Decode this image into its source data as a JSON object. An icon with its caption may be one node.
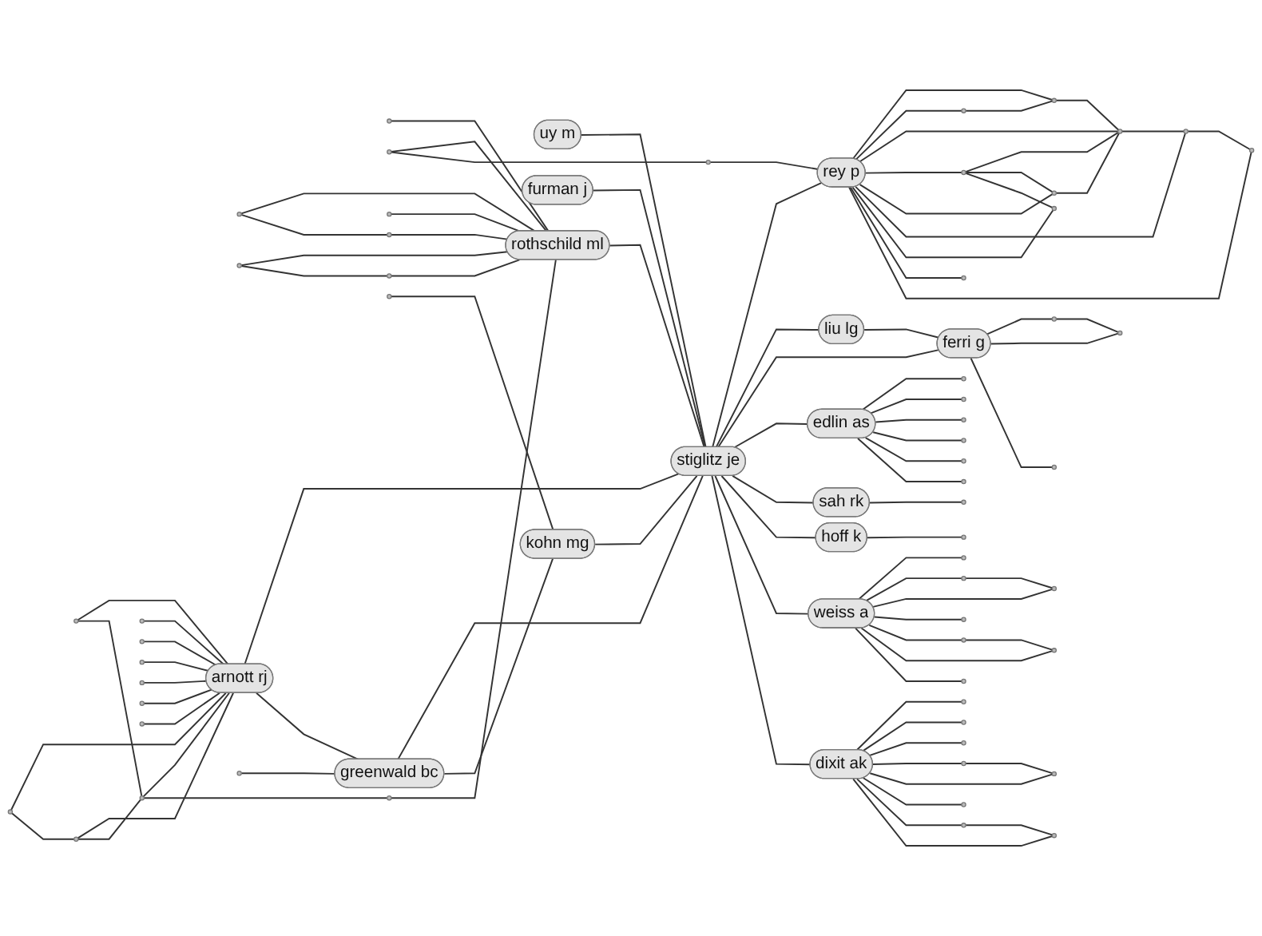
{
  "diagram": {
    "nodes": [
      {
        "text": [],
        "shape": "circle"
      },
      {
        "text": [],
        "shape": "circle"
      },
      {
        "text": [],
        "shape": "circle"
      },
      {
        "text": [],
        "shape": "circle"
      },
      {
        "text": [],
        "shape": "circle"
      },
      {
        "text": [],
        "shape": "circle"
      },
      {
        "text": [],
        "shape": "circle"
      },
      {
        "text": [],
        "shape": "circle"
      },
      {
        "text": [],
        "shape": "circle"
      },
      {
        "text": [],
        "shape": "circle"
      },
      {
        "text": [],
        "shape": "circle"
      },
      {
        "text": [],
        "shape": "circle"
      },
      {
        "text": [],
        "shape": "circle"
      },
      {
        "text": [],
        "shape": "circle"
      },
      {
        "text": [],
        "shape": "circle"
      },
      {
        "text": [
          "rey p"
        ]
      },
      {
        "text": [],
        "shape": "circle"
      },
      {
        "text": [
          "uy m"
        ]
      },
      {
        "text": [],
        "shape": "circle"
      },
      {
        "text": [],
        "shape": "circle"
      },
      {
        "text": [
          "rothschild ml"
        ]
      },
      {
        "text": [],
        "shape": "circle"
      },
      {
        "text": [
          "liu lg"
        ]
      },
      {
        "text": [],
        "shape": "circle"
      },
      {
        "text": [],
        "shape": "circle"
      },
      {
        "text": [
          "ferri g"
        ]
      },
      {
        "text": [],
        "shape": "circle"
      },
      {
        "text": [],
        "shape": "circle"
      },
      {
        "text": [],
        "shape": "circle"
      },
      {
        "text": [
          "furman j"
        ]
      },
      {
        "text": [],
        "shape": "circle"
      },
      {
        "text": [],
        "shape": "circle"
      },
      {
        "text": [],
        "shape": "circle"
      },
      {
        "text": [
          "edlin as"
        ]
      },
      {
        "text": [],
        "shape": "circle"
      },
      {
        "text": [],
        "shape": "circle"
      },
      {
        "text": [
          "stiglitz je"
        ]
      },
      {
        "text": [],
        "shape": "circle"
      },
      {
        "text": [],
        "shape": "circle"
      },
      {
        "text": [
          "arnott rj"
        ]
      },
      {
        "text": [],
        "shape": "circle"
      },
      {
        "text": [],
        "shape": "circle"
      },
      {
        "text": [
          "sah rk"
        ]
      },
      {
        "text": [],
        "shape": "circle"
      },
      {
        "text": [],
        "shape": "circle"
      },
      {
        "text": [
          "greenwald bc"
        ]
      },
      {
        "text": [
          "hoff k"
        ]
      },
      {
        "text": [],
        "shape": "circle"
      },
      {
        "text": [],
        "shape": "circle"
      },
      {
        "text": [
          "weiss a"
        ]
      },
      {
        "text": [
          "kohn mg"
        ]
      },
      {
        "text": [],
        "shape": "circle"
      },
      {
        "text": [],
        "shape": "circle"
      },
      {
        "text": [],
        "shape": "circle"
      },
      {
        "text": [],
        "shape": "circle"
      },
      {
        "text": [],
        "shape": "circle"
      },
      {
        "text": [
          "dixit ak"
        ]
      },
      {
        "text": [],
        "shape": "circle"
      },
      {
        "text": [],
        "shape": "circle"
      },
      {
        "text": [],
        "shape": "circle"
      },
      {
        "text": [],
        "shape": "circle"
      },
      {
        "text": [],
        "shape": "circle"
      },
      {
        "text": [],
        "shape": "circle"
      },
      {
        "text": [],
        "shape": "circle"
      },
      {
        "text": [],
        "shape": "circle"
      },
      {
        "text": [],
        "shape": "circle"
      },
      {
        "text": [],
        "shape": "circle"
      },
      {
        "text": [],
        "shape": "circle"
      },
      {
        "text": [],
        "shape": "circle"
      },
      {
        "text": [],
        "shape": "circle"
      },
      {
        "text": [],
        "shape": "circle"
      }
    ],
    "edges": [
      {
        "from": 20,
        "to": 36,
        "arrow": "none"
      },
      {
        "from": 17,
        "to": 36,
        "arrow": "none"
      },
      {
        "from": 29,
        "to": 36,
        "arrow": "none"
      },
      {
        "from": 39,
        "to": 36,
        "arrow": "none"
      },
      {
        "from": 45,
        "to": 36,
        "arrow": "none"
      },
      {
        "from": 50,
        "to": 36,
        "arrow": "none"
      },
      {
        "from": 36,
        "to": 15,
        "arrow": "none"
      },
      {
        "from": 36,
        "to": 22,
        "arrow": "none"
      },
      {
        "from": 36,
        "to": 25,
        "arrow": "none"
      },
      {
        "from": 36,
        "to": 33,
        "arrow": "none"
      },
      {
        "from": 36,
        "to": 42,
        "arrow": "none"
      },
      {
        "from": 36,
        "to": 46,
        "arrow": "none"
      },
      {
        "from": 36,
        "to": 49,
        "arrow": "none"
      },
      {
        "from": 36,
        "to": 56,
        "arrow": "none"
      },
      {
        "from": 3,
        "to": 20,
        "arrow": "none"
      },
      {
        "from": 6,
        "to": 20,
        "arrow": "none"
      },
      {
        "from": 9,
        "to": 20,
        "arrow": "none"
      },
      {
        "from": 12,
        "to": 20,
        "arrow": "none"
      },
      {
        "from": 16,
        "to": 20,
        "arrow": "none"
      },
      {
        "from": 19,
        "to": 20,
        "arrow": "none"
      },
      {
        "from": 23,
        "to": 20,
        "arrow": "none"
      },
      {
        "from": 8,
        "to": 20,
        "arrow": "none"
      },
      {
        "from": 6,
        "to": 9,
        "arrow": "none"
      },
      {
        "from": 16,
        "to": 19,
        "arrow": "none"
      },
      {
        "from": 8,
        "to": 13,
        "arrow": "none"
      },
      {
        "from": 13,
        "to": 15,
        "arrow": "none"
      },
      {
        "from": 15,
        "to": 0,
        "arrow": "none"
      },
      {
        "from": 15,
        "to": 1,
        "arrow": "none"
      },
      {
        "from": 15,
        "to": 2,
        "arrow": "none"
      },
      {
        "from": 15,
        "to": 4,
        "arrow": "none"
      },
      {
        "from": 15,
        "to": 5,
        "arrow": "none"
      },
      {
        "from": 15,
        "to": 7,
        "arrow": "none"
      },
      {
        "from": 15,
        "to": 10,
        "arrow": "none"
      },
      {
        "from": 15,
        "to": 11,
        "arrow": "none"
      },
      {
        "from": 15,
        "to": 14,
        "arrow": "none"
      },
      {
        "from": 1,
        "to": 0,
        "arrow": "none"
      },
      {
        "from": 0,
        "to": 2,
        "arrow": "none"
      },
      {
        "from": 4,
        "to": 2,
        "arrow": "none"
      },
      {
        "from": 4,
        "to": 5,
        "arrow": "none"
      },
      {
        "from": 5,
        "to": 2,
        "arrow": "none"
      },
      {
        "from": 4,
        "to": 10,
        "arrow": "none"
      },
      {
        "from": 2,
        "to": 7,
        "arrow": "none"
      },
      {
        "from": 7,
        "to": 14,
        "arrow": "none"
      },
      {
        "from": 22,
        "to": 25,
        "arrow": "none"
      },
      {
        "from": 25,
        "to": 18,
        "arrow": "none"
      },
      {
        "from": 25,
        "to": 21,
        "arrow": "none"
      },
      {
        "from": 25,
        "to": 24,
        "arrow": "none"
      },
      {
        "from": 18,
        "to": 21,
        "arrow": "none"
      },
      {
        "from": 33,
        "to": 26,
        "arrow": "none"
      },
      {
        "from": 33,
        "to": 30,
        "arrow": "none"
      },
      {
        "from": 33,
        "to": 32,
        "arrow": "none"
      },
      {
        "from": 33,
        "to": 35,
        "arrow": "none"
      },
      {
        "from": 33,
        "to": 38,
        "arrow": "none"
      },
      {
        "from": 33,
        "to": 41,
        "arrow": "none"
      },
      {
        "from": 42,
        "to": 43,
        "arrow": "none"
      },
      {
        "from": 49,
        "to": 47,
        "arrow": "none"
      },
      {
        "from": 49,
        "to": 51,
        "arrow": "none"
      },
      {
        "from": 49,
        "to": 55,
        "arrow": "none"
      },
      {
        "from": 49,
        "to": 58,
        "arrow": "none"
      },
      {
        "from": 49,
        "to": 59,
        "arrow": "none"
      },
      {
        "from": 49,
        "to": 61,
        "arrow": "none"
      },
      {
        "from": 49,
        "to": 64,
        "arrow": "none"
      },
      {
        "from": 51,
        "to": 55,
        "arrow": "none"
      },
      {
        "from": 59,
        "to": 61,
        "arrow": "none"
      },
      {
        "from": 46,
        "to": 57,
        "arrow": "none"
      },
      {
        "from": 56,
        "to": 62,
        "arrow": "none"
      },
      {
        "from": 56,
        "to": 65,
        "arrow": "none"
      },
      {
        "from": 56,
        "to": 68,
        "arrow": "none"
      },
      {
        "from": 56,
        "to": 70,
        "arrow": "none"
      },
      {
        "from": 56,
        "to": 69,
        "arrow": "none"
      },
      {
        "from": 56,
        "to": 67,
        "arrow": "none"
      },
      {
        "from": 56,
        "to": 66,
        "arrow": "none"
      },
      {
        "from": 56,
        "to": 63,
        "arrow": "none"
      },
      {
        "from": 70,
        "to": 69,
        "arrow": "none"
      },
      {
        "from": 66,
        "to": 63,
        "arrow": "none"
      },
      {
        "from": 53,
        "to": 45,
        "arrow": "none"
      },
      {
        "from": 39,
        "to": 45,
        "arrow": "none"
      },
      {
        "from": 45,
        "to": 50,
        "arrow": "none"
      },
      {
        "from": 60,
        "to": 50,
        "arrow": "none"
      },
      {
        "from": 27,
        "to": 39,
        "arrow": "none"
      },
      {
        "from": 28,
        "to": 39,
        "arrow": "none"
      },
      {
        "from": 31,
        "to": 39,
        "arrow": "none"
      },
      {
        "from": 34,
        "to": 39,
        "arrow": "none"
      },
      {
        "from": 37,
        "to": 39,
        "arrow": "none"
      },
      {
        "from": 40,
        "to": 39,
        "arrow": "none"
      },
      {
        "from": 44,
        "to": 39,
        "arrow": "none"
      },
      {
        "from": 48,
        "to": 39,
        "arrow": "none"
      },
      {
        "from": 52,
        "to": 39,
        "arrow": "none"
      },
      {
        "from": 54,
        "to": 39,
        "arrow": "none"
      },
      {
        "from": 27,
        "to": 28,
        "arrow": "none"
      },
      {
        "from": 31,
        "to": 28,
        "arrow": "none"
      },
      {
        "from": 34,
        "to": 31,
        "arrow": "none"
      },
      {
        "from": 28,
        "to": 23,
        "arrow": "none"
      }
    ]
  }
}
